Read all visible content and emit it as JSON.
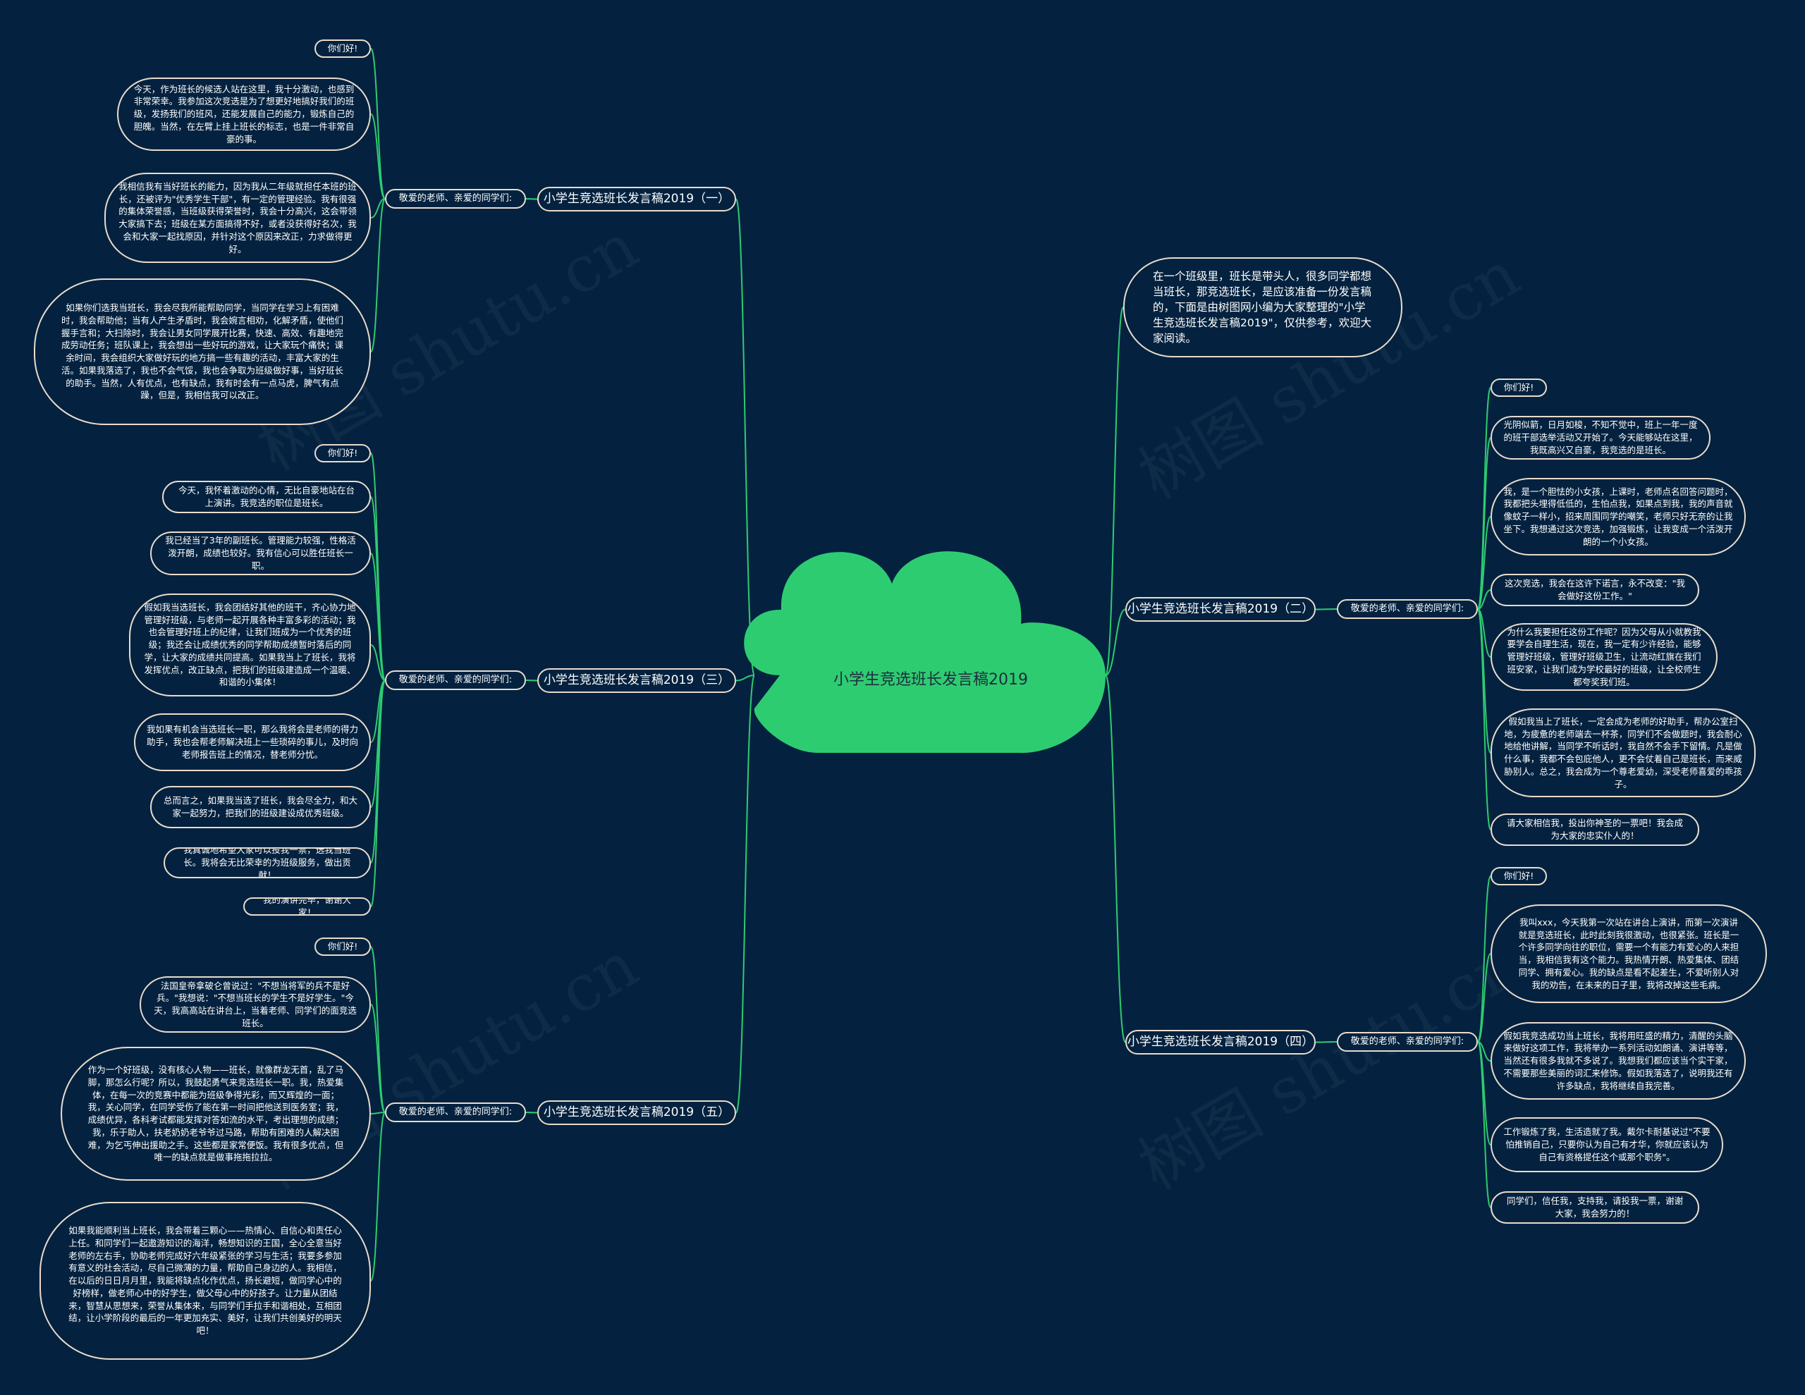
{
  "center": {
    "title": "小学生竞选班长发言稿2019"
  },
  "intro": "在一个班级里，班长是带头人，很多同学都想当班长，那竞选班长，是应该准备一份发言稿的，下面是由树图网小编为大家整理的\"小学生竞选班长发言稿2019\"，仅供参考，欢迎大家阅读。",
  "greeting_label": "敬爱的老师、亲爱的同学们:",
  "branches": [
    {
      "title": "小学生竞选班长发言稿2019（一）",
      "leaves": [
        "你们好!",
        "今天，作为班长的候选人站在这里，我十分激动，也感到非常荣幸。我参加这次竞选是为了想更好地搞好我们的班级，发扬我们的班风，还能发展自己的能力，锻炼自己的胆魄。当然，在左臂上挂上班长的标志，也是一件非常自豪的事。",
        "我相信我有当好班长的能力，因为我从二年级就担任本班的班长，还被评为\"优秀学生干部\"，有一定的管理经验。我有很强的集体荣誉感，当班级获得荣誉时，我会十分高兴，这会带领大家搞下去；班级在某方面搞得不好，或者没获得好名次，我会和大家一起找原因，并针对这个原因来改正，力求做得更好。",
        "如果你们选我当班长，我会尽我所能帮助同学，当同学在学习上有困难时，我会帮助他；当有人产生矛盾时，我会婉言相劝，化解矛盾，使他们握手言和；大扫除时，我会让男女同学展开比赛，快速、高效、有趣地完成劳动任务；班队课上，我会想出一些好玩的游戏，让大家玩个痛快；课余时间，我会组织大家做好玩的地方搞一些有趣的活动，丰富大家的生活。如果我落选了，我也不会气馁，我也会争取为班级做好事，当好班长的助手。当然，人有优点，也有缺点，我有时会有一点马虎，脾气有点躁，但是，我相信我可以改正。"
      ]
    },
    {
      "title": "小学生竞选班长发言稿2019（二）",
      "leaves": [
        "你们好!",
        "光阴似箭，日月如梭，不知不觉中，班上一年一度的班干部选举活动又开始了。今天能够站在这里，我既高兴又自豪，我竞选的是班长。",
        "我，是一个胆怯的小女孩，上课时，老师点名回答问题时，我都把头埋得低低的，生怕点我，如果点到我，我的声音就像蚊子一样小，招来周围同学的嘲笑，老师只好无奈的让我坐下。我想通过这次竞选，加强锻炼，让我变成一个活泼开朗的一个小女孩。",
        "这次竞选，我会在这许下诺言，永不改变：\"我会做好这份工作。\"",
        "为什么我要担任这份工作呢？因为父母从小就教我要学会自理生活，现在，我一定有少许经验，能够管理好班级，管理好班级卫生，让流动红旗在我们班安家，让我们成为学校最好的班级，让全校师生都夸奖我们班。",
        "假如我当上了班长，一定会成为老师的好助手，帮办公室扫地，为疲惫的老师端去一杯茶，同学们不会做题时，我会耐心地给他讲解，当同学不听话时，我自然不会手下留情。凡是做什么事，我都不会包庇他人，更不会仗着自己是班长，而来威胁别人。总之，我会成为一个尊老爱幼，深受老师喜爱的乖孩子。",
        "请大家相信我，投出你神圣的一票吧！我会成为大家的忠实仆人的！"
      ]
    },
    {
      "title": "小学生竞选班长发言稿2019（三）",
      "leaves": [
        "你们好!",
        "今天，我怀着激动的心情，无比自豪地站在台上演讲。我竞选的职位是班长。",
        "我已经当了3年的副班长。管理能力较强，性格活泼开朗，成绩也较好。我有信心可以胜任班长一职。",
        "假如我当选班长，我会团结好其他的班干，齐心协力地管理好班级，与老师一起开展各种丰富多彩的活动；我也会管理好班上的纪律，让我们班成为一个优秀的班级；我还会让成绩优秀的同学帮助成绩暂时落后的同学，让大家的成绩共同提高。如果我当上了班长，我将发挥优点，改正缺点，把我们的班级建造成一个温暖、和谐的小集体！",
        "我如果有机会当选班长一职，那么我将会是老师的得力助手，我也会帮老师解决班上一些琐碎的事儿，及时向老师报告班上的情况，替老师分忧。",
        "总而言之，如果我当选了班长，我会尽全力，和大家一起努力，把我们的班级建设成优秀班级。",
        "我真诚地希望大家可以投我一票，选我当班长。我将会无比荣幸的为班级服务，做出贡献！",
        "我的演讲完毕，谢谢大家！"
      ]
    },
    {
      "title": "小学生竞选班长发言稿2019（四）",
      "leaves": [
        "你们好!",
        "我叫xxx，今天我第一次站在讲台上演讲，而第一次演讲就是竞选班长，此时此刻我很激动，也很紧张。班长是一个许多同学向往的职位，需要一个有能力有爱心的人来担当，我相信我有这个能力。我热情开朗、热爱集体、团结同学、拥有爱心。我的缺点是看不起差生，不爱听别人对我的劝告，在未来的日子里，我将改掉这些毛病。",
        "假如我竞选成功当上班长，我将用旺盛的精力，清醒的头脑来做好这项工作，我将举办一系列活动如朗诵、演讲等等，当然还有很多我就不多说了。我想我们都应该当个实干家，不需要那些美丽的词汇来修饰。假如我落选了，说明我还有许多缺点，我将继续自我完善。",
        "工作锻炼了我，生活造就了我。戴尔卡耐基说过\"不要怕推销自己，只要你认为自己有才华，你就应该认为自己有资格提任这个或那个职务\"。",
        "同学们，信任我，支持我，请投我一票，谢谢大家，我会努力的！"
      ]
    },
    {
      "title": "小学生竞选班长发言稿2019（五）",
      "leaves": [
        "你们好!",
        "法国皇帝拿破仑曾说过：\"不想当将军的兵不是好兵。\"我想说：\"不想当班长的学生不是好学生。\"今天，我高高站在讲台上，当着老师、同学们的面竞选班长。",
        "作为一个好班级，没有核心人物——班长，就像群龙无首，乱了马脚，那怎么行呢？所以，我鼓起勇气来竞选班长一职。我，热爱集体，在每一次的竞赛中都能为班级争得光彩，而又辉煌的一面；我，关心同学，在同学受伤了能在第一时间把他送到医务室；我，成绩优异，各科考试都能发挥对答如流的水平，考出理想的成绩；我，乐于助人，扶老奶奶老爷爷过马路，帮助有困难的人解决困难，为乞丐伸出援助之手。这些都是家常便饭。我有很多优点，但唯一的缺点就是做事拖拖拉拉。",
        "如果我能顺利当上班长，我会带着三颗心——热情心、自信心和责任心上任。和同学们一起遨游知识的海洋，畅想知识的王国，全心全意当好老师的左右手，协助老师完成好六年级紧张的学习与生活；我要多参加有意义的社会活动，尽自己微薄的力量，帮助自己身边的人。我相信，在以后的日日月月里，我能将缺点化作优点，扬长避短，做同学心中的好榜样，做老师心中的好学生，做父母心中的好孩子。让力量从团结来，智慧从思想来，荣誉从集体来，与同学们手拉手和谐相处，互相团结，让小学阶段的最后的一年更加充实、美好，让我们共创美好的明天吧！"
      ]
    }
  ],
  "watermark": "树图 shutu.cn",
  "colors": {
    "background": "#04223f",
    "line": "#2ecc71",
    "center": "#2ecc71",
    "border": "#e9dccd"
  }
}
